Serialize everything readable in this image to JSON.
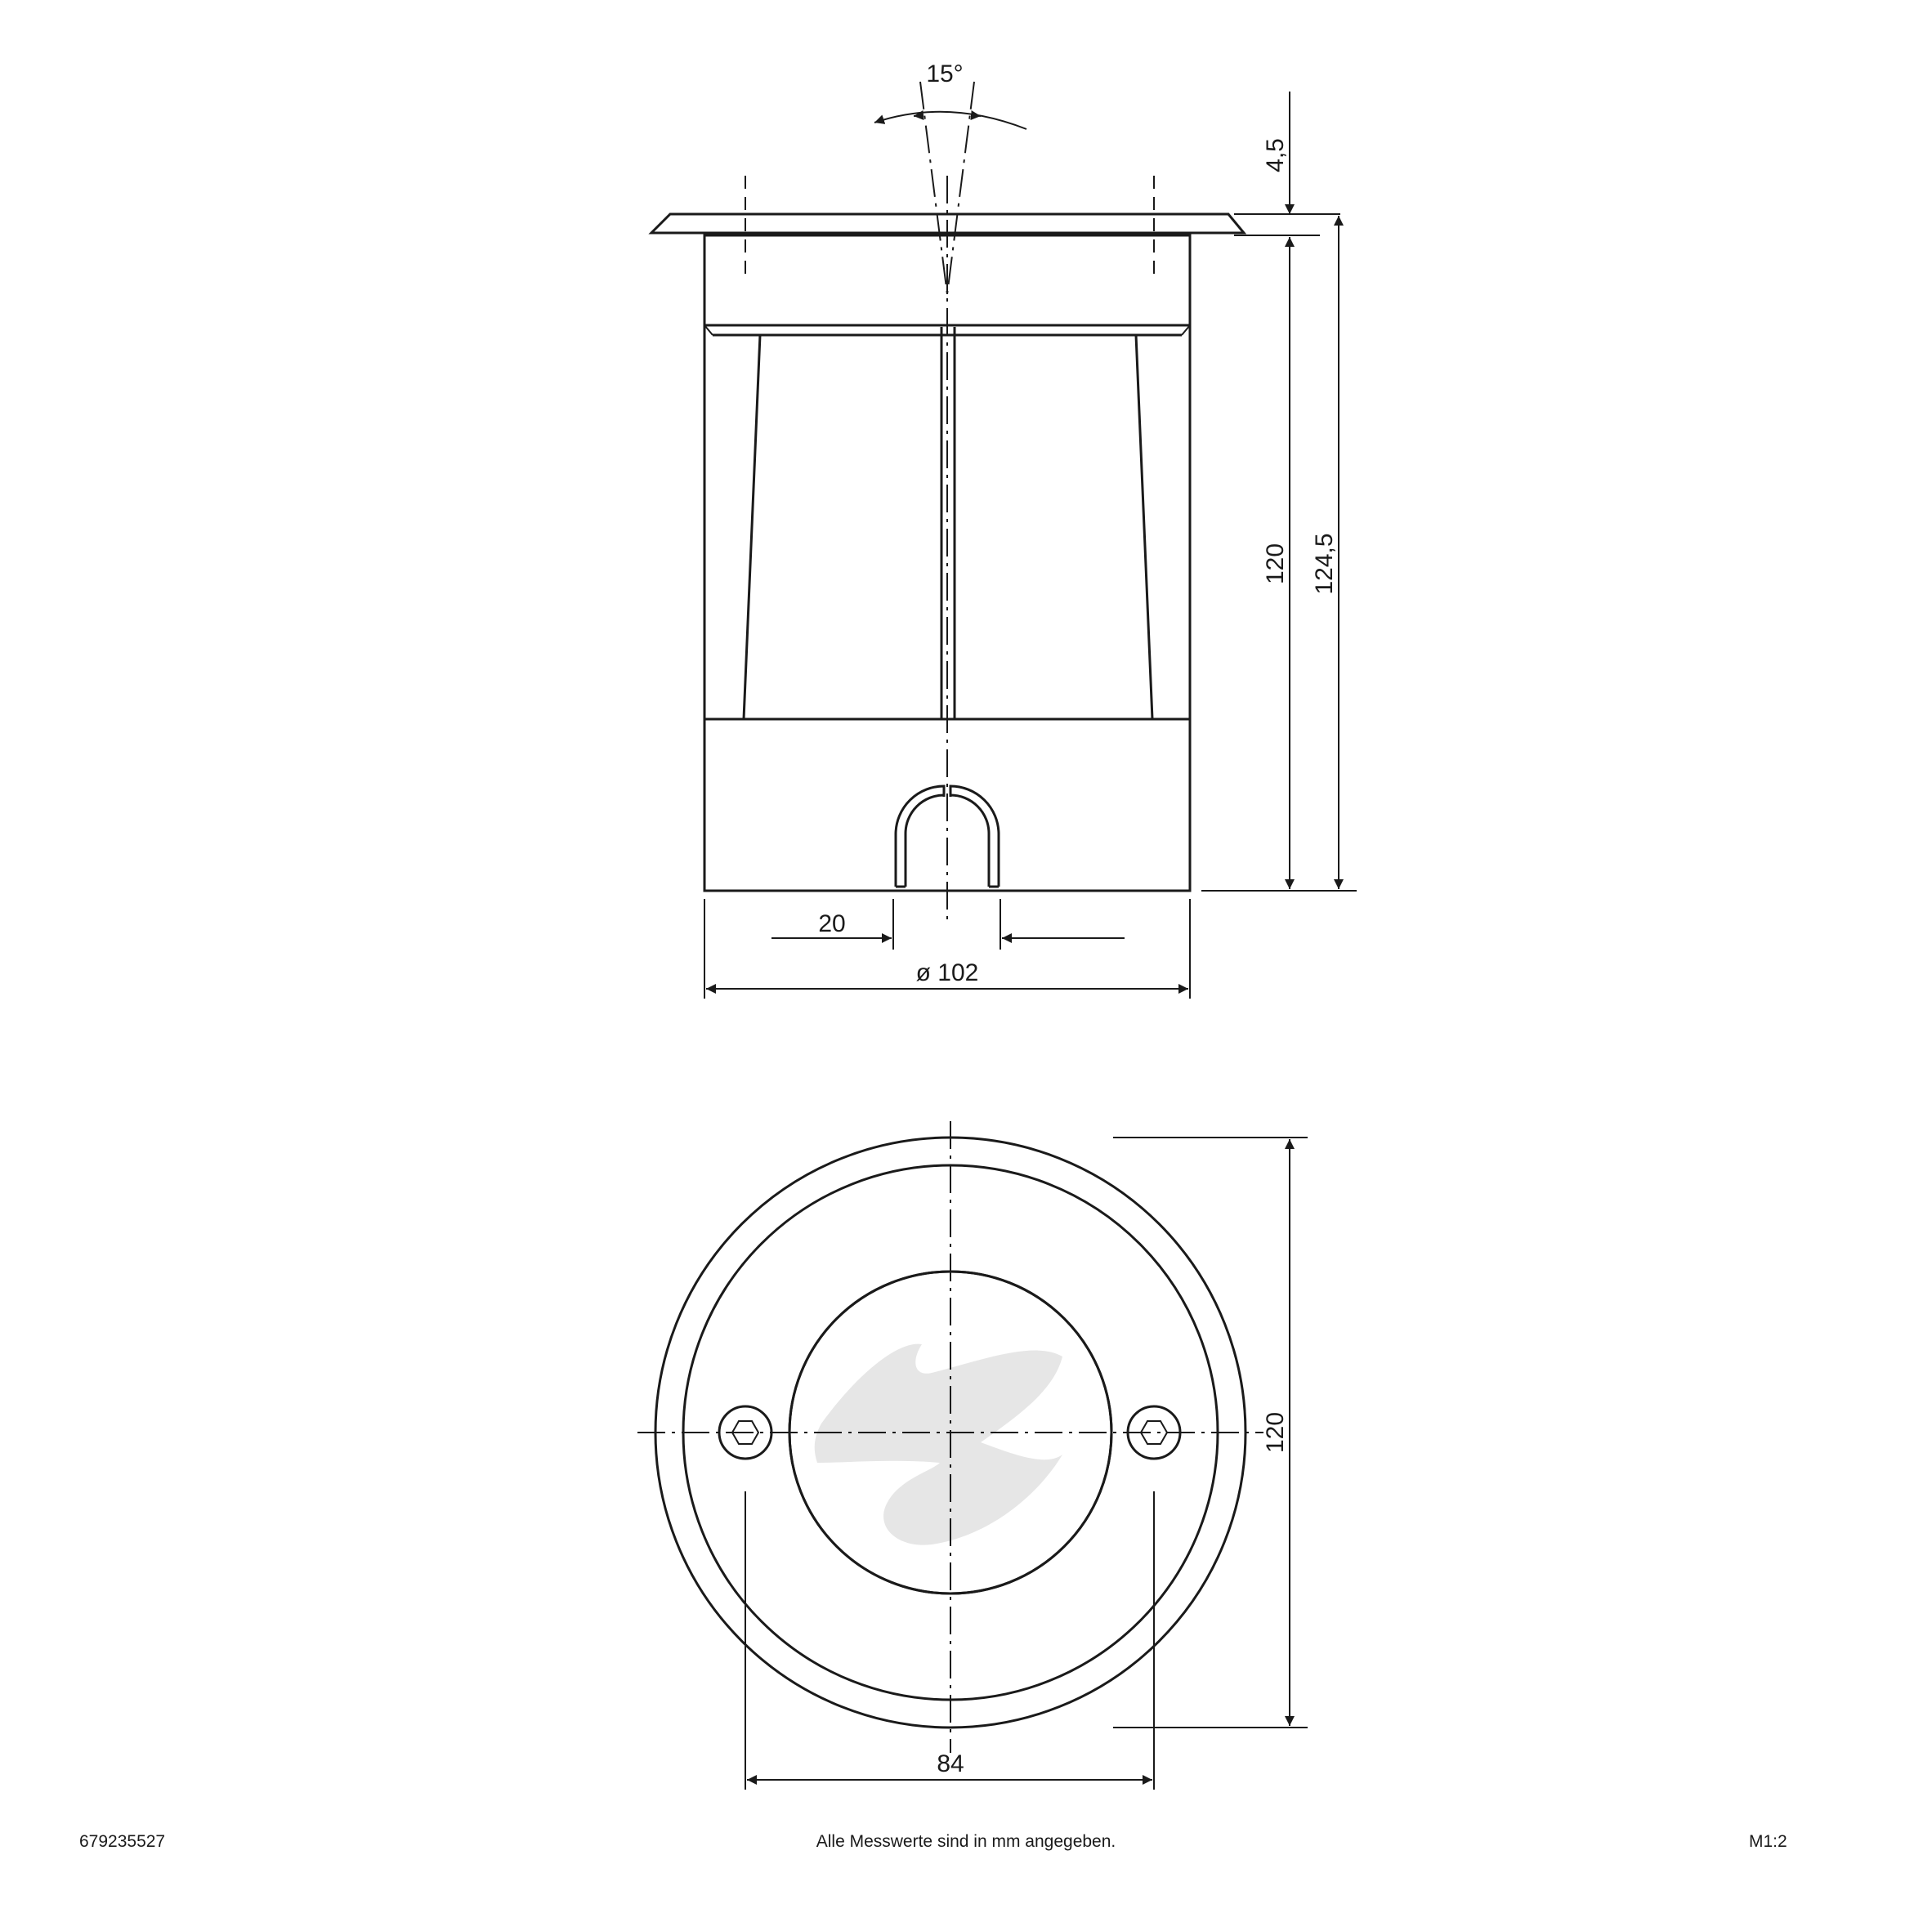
{
  "drawing": {
    "side_view": {
      "dimensions": {
        "beam_angle": "15°",
        "flange_thickness": "4,5",
        "body_height": "120",
        "total_height": "124,5",
        "cable_offset": "20",
        "diameter": "ø 102"
      }
    },
    "top_view": {
      "dimensions": {
        "outer_diameter": "120",
        "screw_spacing": "84"
      }
    }
  },
  "footer": {
    "article_number": "679235527",
    "note": "Alle Messwerte sind in mm angegeben.",
    "scale": "M1:2"
  }
}
